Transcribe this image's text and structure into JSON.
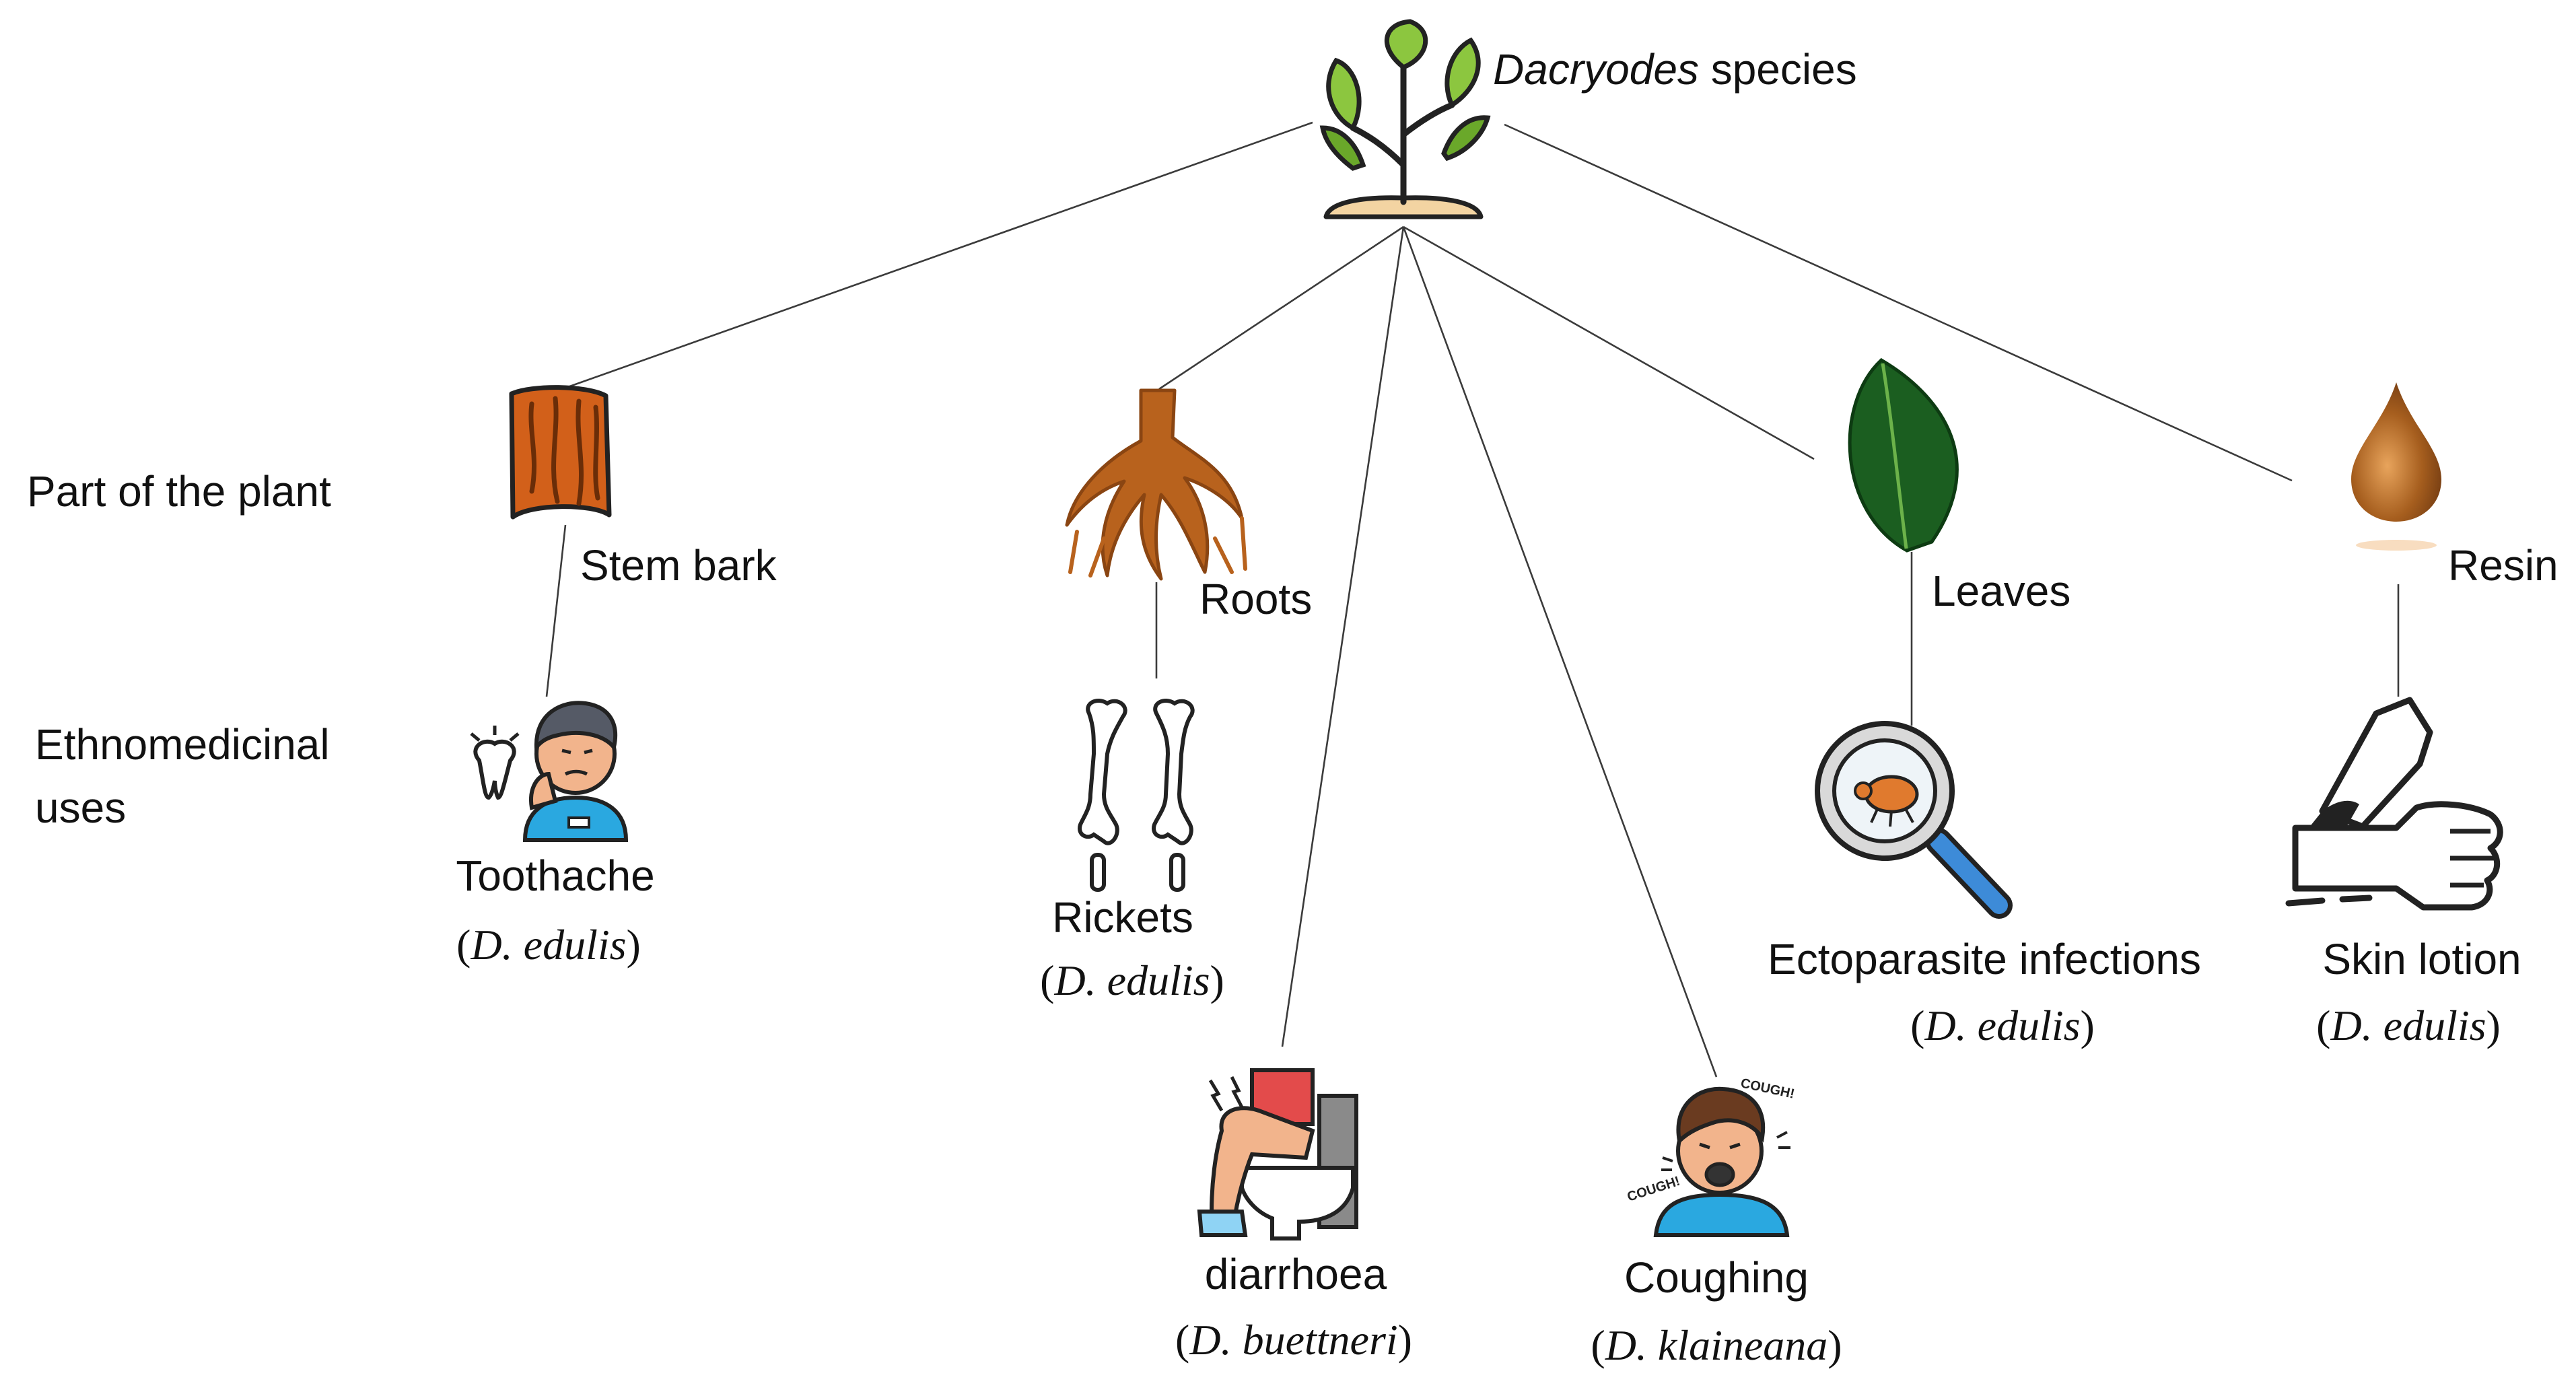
{
  "root": {
    "title_italic": "Dacryodes",
    "title_rest": " species",
    "icon": "seedling-icon"
  },
  "row_labels": {
    "part": "Part of the plant",
    "uses_line1": "Ethnomedicinal",
    "uses_line2": "uses"
  },
  "parts": [
    {
      "label": "Stem bark",
      "icon": "bark-icon"
    },
    {
      "label": "Roots",
      "icon": "roots-icon"
    },
    {
      "label": "Leaves",
      "icon": "leaf-icon"
    },
    {
      "label": "Resin",
      "icon": "resin-drop-icon"
    }
  ],
  "uses": [
    {
      "label": "Toothache",
      "species": "D. edulis",
      "icon": "toothache-icon"
    },
    {
      "label": "Rickets",
      "species": "D. edulis",
      "icon": "leg-bones-icon"
    },
    {
      "label": "diarrhoea",
      "species": "D. buettneri",
      "icon": "toilet-icon"
    },
    {
      "label": "Coughing",
      "species": "D. klaineana",
      "icon": "coughing-icon"
    },
    {
      "label": "Ectoparasite infections",
      "species": "D. edulis",
      "icon": "magnifier-parasite-icon"
    },
    {
      "label": "Skin lotion",
      "species": "D. edulis",
      "icon": "lotion-hand-icon"
    }
  ],
  "colors": {
    "leaf_light": "#8cc63f",
    "leaf_dark": "#1b5e20",
    "bark": "#d2601a",
    "roots": "#b8621d",
    "resin": "#a65e1e",
    "skin": "#f2b48c",
    "shirt": "#2aa8e0"
  }
}
